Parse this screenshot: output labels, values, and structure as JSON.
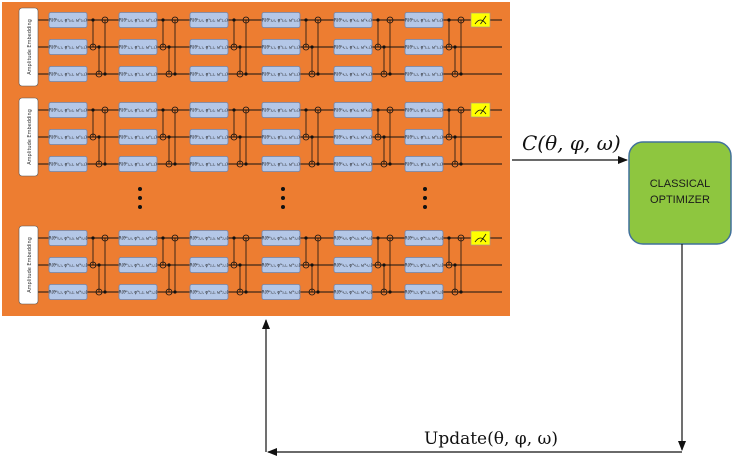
{
  "circuit": {
    "embedding_label": "Amplitude Embedding",
    "layers": [
      {
        "gates": [
          [
            "R(θ¹₀,₀, φ¹₀,₀, ω¹₀,₀)",
            "R(θ¹₀,₁, φ¹₀,₁, ω¹₀,₁)",
            "R(θ¹₀,₂, φ¹₀,₂, ω¹₀,₂)"
          ],
          [
            "R(θ¹₁,₀, φ¹₁,₀, ω¹₁,₀)",
            "R(θ¹₁,₁, φ¹₁,₁, ω¹₁,₁)",
            "R(θ¹₁,₂, φ¹₁,₂, ω¹₁,₂)"
          ],
          [
            "R(θ¹₂,₀, φ¹₂,₀, ω¹₂,₀)",
            "R(θ¹₂,₁, φ¹₂,₁, ω¹₂,₁)",
            "R(θ¹₂,₂, φ¹₂,₂, ω¹₂,₂)"
          ],
          [
            "R(θ¹₃,₀, φ¹₃,₀, ω¹₃,₀)",
            "R(θ¹₃,₁, φ¹₃,₁, ω¹₃,₁)",
            "R(θ¹₃,₂, φ¹₃,₂, ω¹₃,₂)"
          ],
          [
            "R(θ¹₄,₀, φ¹₄,₀, ω¹₄,₀)",
            "R(θ¹₄,₁, φ¹₄,₁, ω¹₄,₁)",
            "R(θ¹₄,₂, φ¹₄,₂, ω¹₄,₂)"
          ],
          [
            "R(θ¹₅,₀, φ¹₅,₀, ω¹₅,₀)",
            "R(θ¹₅,₁, φ¹₅,₁, ω¹₅,₁)",
            "R(θ¹₅,₂, φ¹₅,₂, ω¹₅,₂)"
          ]
        ]
      },
      {
        "gates": [
          [
            "R(θ²₀,₀, φ²₀,₀, ω²₀,₀)",
            "R(θ²₀,₁, φ²₀,₁, ω²₀,₁)",
            "R(θ²₀,₂, φ²₀,₂, ω²₀,₂)"
          ],
          [
            "R(θ²₁,₀, φ²₁,₀, ω²₁,₀)",
            "R(θ²₁,₁, φ²₁,₁, ω²₁,₁)",
            "R(θ²₁,₂, φ²₁,₂, ω²₁,₂)"
          ],
          [
            "R(θ²₂,₀, φ²₂,₀, ω²₂,₀)",
            "R(θ²₂,₁, φ²₂,₁, ω²₂,₁)",
            "R(θ²₂,₂, φ²₂,₂, ω²₂,₂)"
          ],
          [
            "R(θ²₃,₀, φ²₃,₀, ω²₃,₀)",
            "R(θ²₃,₁, φ²₃,₁, ω²₃,₁)",
            "R(θ²₃,₂, φ²₃,₂, ω²₃,₂)"
          ],
          [
            "R(θ²₄,₀, φ²₄,₀, ω²₄,₀)",
            "R(θ²₄,₁, φ²₄,₁, ω²₄,₁)",
            "R(θ²₄,₂, φ²₄,₂, ω²₄,₂)"
          ],
          [
            "R(θ²₅,₀, φ²₅,₀, ω²₅,₀)",
            "R(θ²₅,₁, φ²₅,₁, ω²₅,₁)",
            "R(θ²₅,₂, φ²₅,₂, ω²₅,₂)"
          ]
        ]
      },
      {
        "gates": [
          [
            "R(θᴺ₀,₀, φᴺ₀,₀, ωᴺ₀,₀)",
            "R(θᴺ₀,₁, φᴺ₀,₁, ωᴺ₀,₁)",
            "R(θᴺ₀,₂, φᴺ₀,₂, ωᴺ₀,₂)"
          ],
          [
            "R(θᴺ₁,₀, φᴺ₁,₀, ωᴺ₁,₀)",
            "R(θᴺ₁,₁, φᴺ₁,₁, ωᴺ₁,₁)",
            "R(θᴺ₁,₂, φᴺ₁,₂, ωᴺ₁,₂)"
          ],
          [
            "R(θᴺ₂,₀, φᴺ₂,₀, ωᴺ₂,₀)",
            "R(θᴺ₂,₁, φᴺ₂,₁, ωᴺ₂,₁)",
            "R(θᴺ₂,₂, φᴺ₂,₂, ωᴺ₂,₂)"
          ],
          [
            "R(θᴺ₃,₀, φᴺ₃,₀, ωᴺ₃,₀)",
            "R(θᴺ₃,₁, φᴺ₃,₁, ωᴺ₃,₁)",
            "R(θᴺ₃,₂, φᴺ₃,₂, ωᴺ₃,₂)"
          ],
          [
            "R(θᴺ₄,₀, φᴺ₄,₀, ωᴺ₄,₀)",
            "R(θᴺ₄,₁, φᴺ₄,₁, ωᴺ₄,₁)",
            "R(θᴺ₄,₂, φᴺ₄,₂, ωᴺ₄,₂)"
          ],
          [
            "R(θᴺ₅,₀, φᴺ₅,₀, ωᴺ₅,₀)",
            "R(θᴺ₅,₁, φᴺ₅,₁, ωᴺ₅,₁)",
            "R(θᴺ₅,₂, φᴺ₅,₂, ωᴺ₅,₂)"
          ]
        ]
      }
    ]
  },
  "optimizer": {
    "line1": "CLASSICAL",
    "line2": "OPTIMIZER"
  },
  "cost_label": "C(θ, φ, ω)",
  "update_label": "Update(θ, φ, ω)",
  "colors": {
    "panel": "#ed7d31",
    "gate_fill": "#b4c7e7",
    "gate_stroke": "#6f86b0",
    "optimizer_fill": "#8ec63f",
    "measure_fill": "#ffff00"
  }
}
